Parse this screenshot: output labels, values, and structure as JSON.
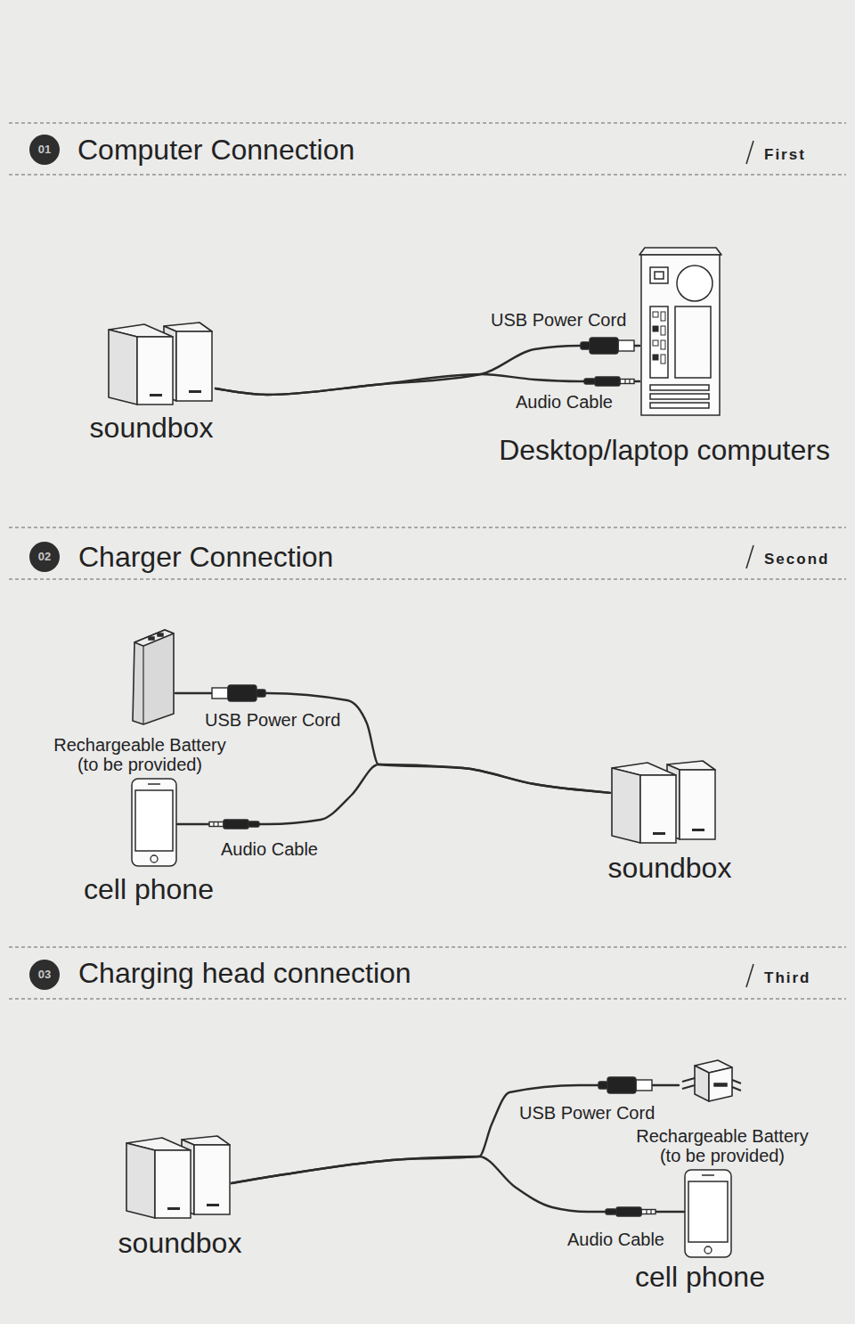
{
  "diagram": {
    "nodes": [
      {
        "text": [
          "soundbox"
        ]
      },
      {
        "text": [
          "Desktop/laptop computers"
        ]
      },
      {
        "text": [
          "Rechargeable Battery (to be provided)"
        ]
      },
      {
        "text": [
          "cell phone"
        ]
      },
      {
        "text": [
          "soundbox"
        ]
      },
      {
        "text": [
          "soundbox"
        ]
      },
      {
        "text": [
          "Rechargeable Battery (to be provided)"
        ]
      },
      {
        "text": [
          "cell phone"
        ]
      }
    ],
    "edges": [
      {
        "from": 0,
        "to": 1,
        "arrow": "none",
        "label": "USB Power Cord"
      },
      {
        "from": 0,
        "to": 1,
        "arrow": "none",
        "label": "Audio Cable"
      },
      {
        "from": 4,
        "to": 2,
        "arrow": "none",
        "label": "USB Power Cord"
      },
      {
        "from": 4,
        "to": 3,
        "arrow": "none",
        "label": "Audio Cable"
      },
      {
        "from": 5,
        "to": 6,
        "arrow": "none",
        "label": "USB Power Cord"
      },
      {
        "from": 5,
        "to": 7,
        "arrow": "none",
        "label": "Audio Cable"
      }
    ],
    "labels": [
      "01",
      "Computer Connection",
      "First",
      "02",
      "Charger Connection",
      "Second",
      "03",
      "Charging head connection",
      "Third"
    ]
  }
}
